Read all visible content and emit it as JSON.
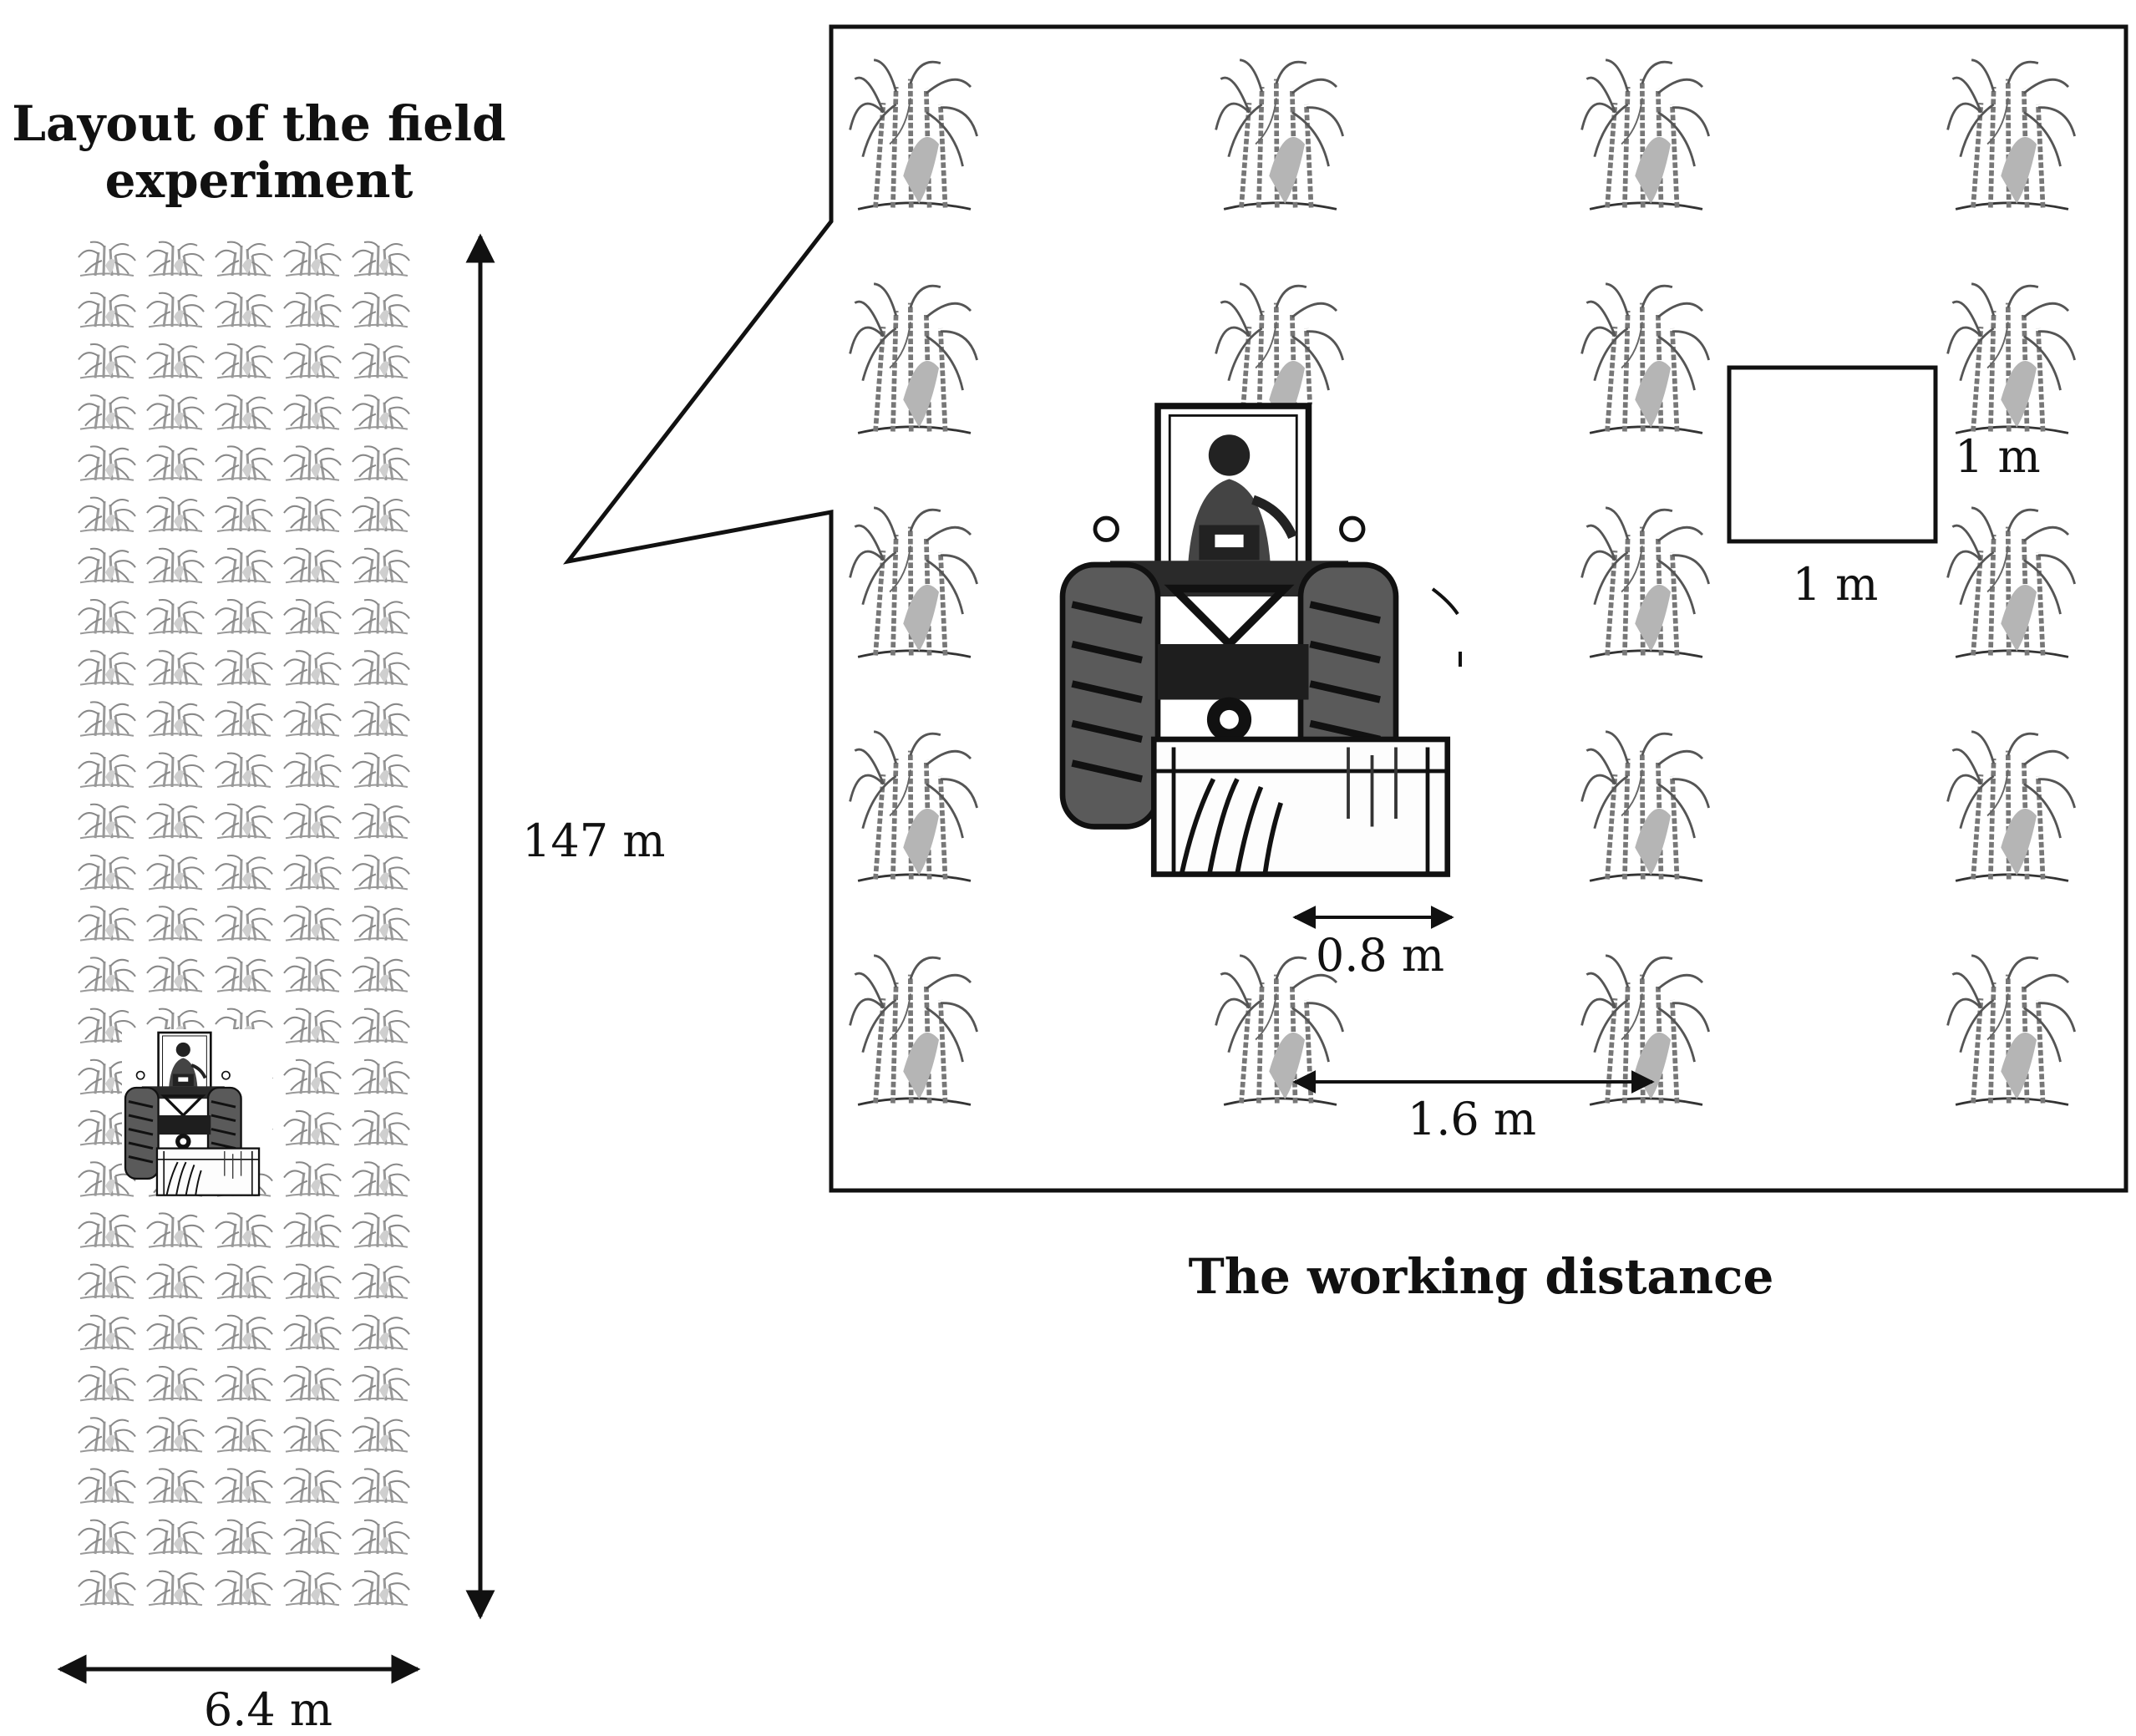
{
  "left_panel": {
    "title_line1": "Layout of the field",
    "title_line2": "experiment",
    "length_label": "147 m",
    "width_label": "6.4 m",
    "plant_grid": {
      "columns": 5,
      "rows": 27
    }
  },
  "detail_panel": {
    "caption": "The working distance",
    "square_width_label": "1 m",
    "square_height_label": "1 m",
    "implement_width_label": "0.8 m",
    "row_spacing_label": "1.6 m",
    "plant_grid": {
      "columns": 4,
      "rows": 5
    }
  },
  "colors": {
    "line": "#111111",
    "plant": "#8a8a8a",
    "background": "#ffffff"
  },
  "icons": {
    "plant": "sugarcane-plant-icon",
    "tractor": "tractor-rotavator-icon"
  }
}
